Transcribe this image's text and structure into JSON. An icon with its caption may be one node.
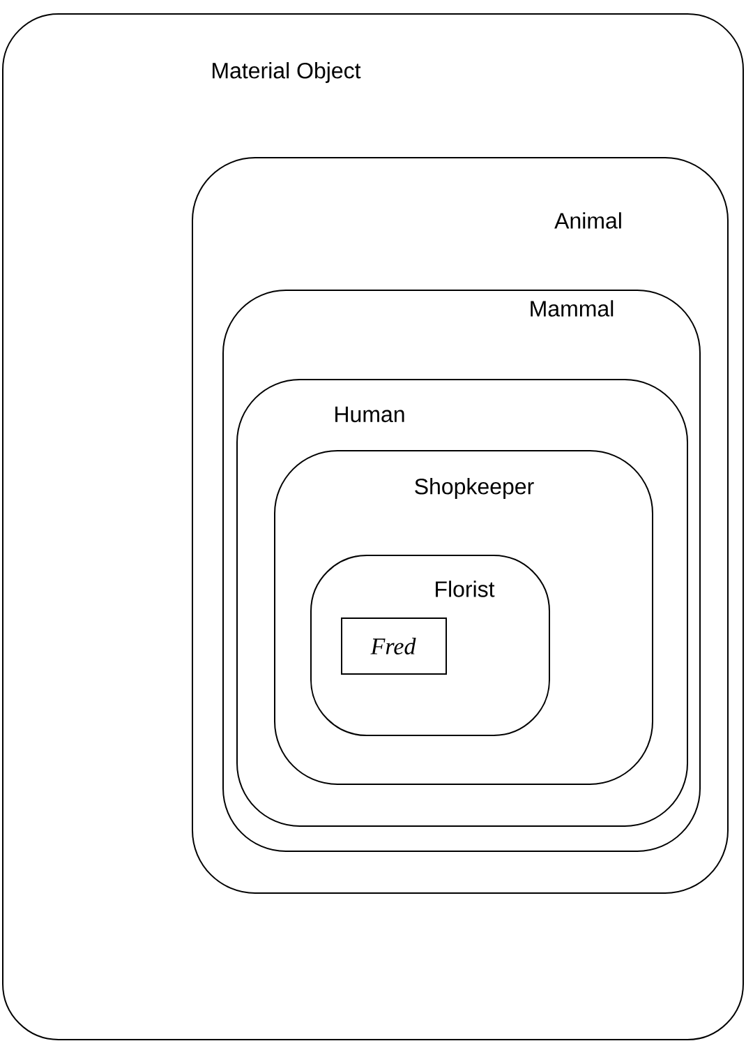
{
  "diagram": {
    "nodes": [
      {
        "text": [
          "Material Object"
        ]
      },
      {
        "text": [
          "Animal"
        ],
        "in": 0
      },
      {
        "text": [
          "Mammal"
        ],
        "in": 1
      },
      {
        "text": [
          "Human"
        ],
        "in": 2
      },
      {
        "text": [
          "Shopkeeper"
        ],
        "in": 3
      },
      {
        "text": [
          "Florist"
        ],
        "in": 4
      },
      {
        "text": [
          "Fred"
        ],
        "in": 5
      }
    ]
  }
}
